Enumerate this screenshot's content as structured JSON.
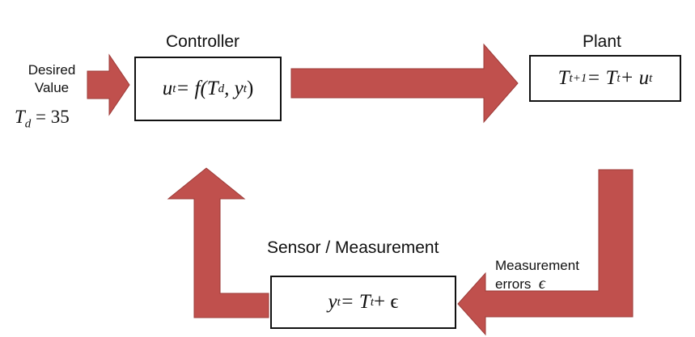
{
  "colors": {
    "arrow": "#c0504d",
    "arrow_edge": "#9c3b38",
    "box_border": "#111111"
  },
  "desired": {
    "label_line1": "Desired",
    "label_line2": "Value",
    "eq_lhs": "T",
    "eq_sub": "d",
    "eq_rhs": " = 35"
  },
  "controller": {
    "title": "Controller",
    "eq_lhs": "u",
    "eq_lhs_sub": "t",
    "eq_mid": " = f(T",
    "eq_mid_sub": "d",
    "eq_tail": ", y",
    "eq_tail_sub": "t",
    "eq_end": ")"
  },
  "plant": {
    "title": "Plant",
    "eq_lhs": "T",
    "eq_lhs_sub": "t+1",
    "eq_mid": " = T",
    "eq_mid_sub": "t",
    "eq_tail": " + u",
    "eq_tail_sub": "t"
  },
  "sensor": {
    "title": "Sensor / Measurement",
    "eq_lhs": "y",
    "eq_lhs_sub": "t",
    "eq_mid": " = T",
    "eq_mid_sub": "t",
    "eq_tail": " + ϵ"
  },
  "errors": {
    "line1": "Measurement",
    "line2": "errors",
    "symbol": "ϵ"
  }
}
